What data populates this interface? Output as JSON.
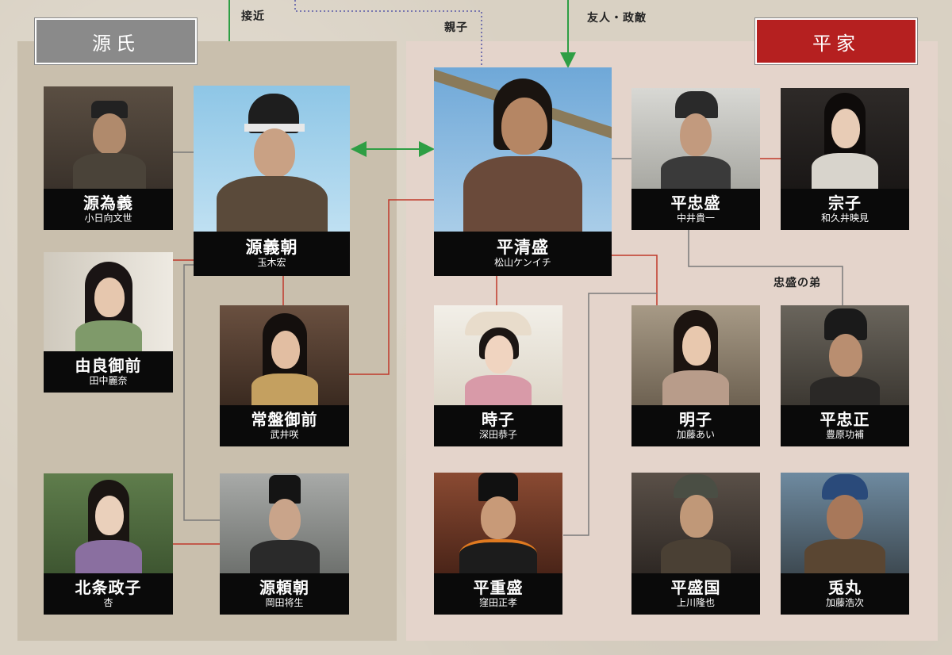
{
  "groups": {
    "genji": "源氏",
    "heike": "平家"
  },
  "relation_labels": {
    "approach": "接近",
    "parent_child": "親子",
    "friend_rival": "友人・政敵",
    "younger_brother": "忠盛の弟"
  },
  "characters": {
    "tameyoshi": {
      "role": "源為義",
      "actor": "小日向文世"
    },
    "yoshitomo": {
      "role": "源義朝",
      "actor": "玉木宏"
    },
    "yura": {
      "role": "由良御前",
      "actor": "田中麗奈"
    },
    "tokiwa": {
      "role": "常盤御前",
      "actor": "武井咲"
    },
    "masako": {
      "role": "北条政子",
      "actor": "杏"
    },
    "yoritomo": {
      "role": "源頼朝",
      "actor": "岡田将生"
    },
    "kiyomori": {
      "role": "平清盛",
      "actor": "松山ケンイチ"
    },
    "tadamori": {
      "role": "平忠盛",
      "actor": "中井貴一"
    },
    "muneko": {
      "role": "宗子",
      "actor": "和久井映見"
    },
    "tokiko": {
      "role": "時子",
      "actor": "深田恭子"
    },
    "akiko": {
      "role": "明子",
      "actor": "加藤あい"
    },
    "tadamasa": {
      "role": "平忠正",
      "actor": "豊原功補"
    },
    "shigemori": {
      "role": "平重盛",
      "actor": "窪田正孝"
    },
    "morikuni": {
      "role": "平盛国",
      "actor": "上川隆也"
    },
    "usagimaru": {
      "role": "兎丸",
      "actor": "加藤浩次"
    }
  },
  "colors": {
    "genji_header": "#8a8a8a",
    "heike_header": "#b52020",
    "link_red": "#c0392b",
    "link_gray": "#7a7a7a",
    "link_green": "#2e9e44",
    "link_dotted": "#5b5ba8"
  }
}
